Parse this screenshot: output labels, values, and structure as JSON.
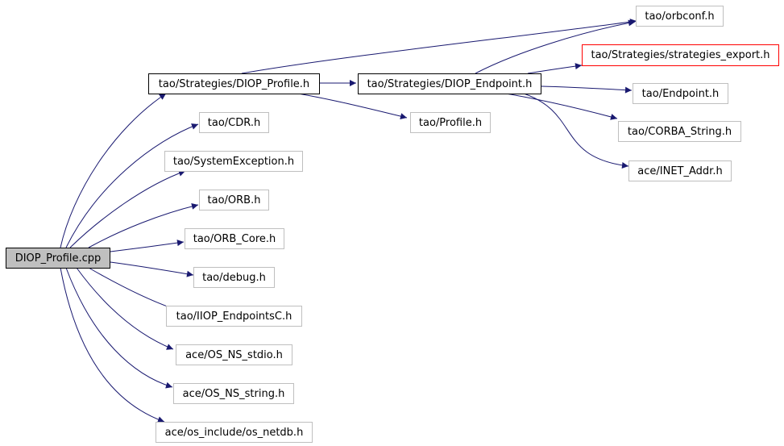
{
  "diagram": {
    "colors": {
      "edge": "#191970",
      "root_fill": "#bfbfbf",
      "border_default": "#bfbfbf",
      "border_documented": "#000000",
      "border_red": "#ff0000"
    },
    "nodes": {
      "root": "DIOP_Profile.cpp",
      "diop_profile_h": "tao/Strategies/DIOP_Profile.h",
      "diop_endpoint_h": "tao/Strategies/DIOP_Endpoint.h",
      "orbconf": "tao/orbconf.h",
      "strategies_export": "tao/Strategies/strategies_export.h",
      "endpoint": "tao/Endpoint.h",
      "profile": "tao/Profile.h",
      "corba_string": "tao/CORBA_String.h",
      "inet_addr": "ace/INET_Addr.h",
      "cdr": "tao/CDR.h",
      "system_exception": "tao/SystemException.h",
      "orb": "tao/ORB.h",
      "orb_core": "tao/ORB_Core.h",
      "debug": "tao/debug.h",
      "iiop_endpointsc": "tao/IIOP_EndpointsC.h",
      "os_ns_stdio": "ace/OS_NS_stdio.h",
      "os_ns_string": "ace/OS_NS_string.h",
      "os_netdb": "ace/os_include/os_netdb.h"
    }
  }
}
